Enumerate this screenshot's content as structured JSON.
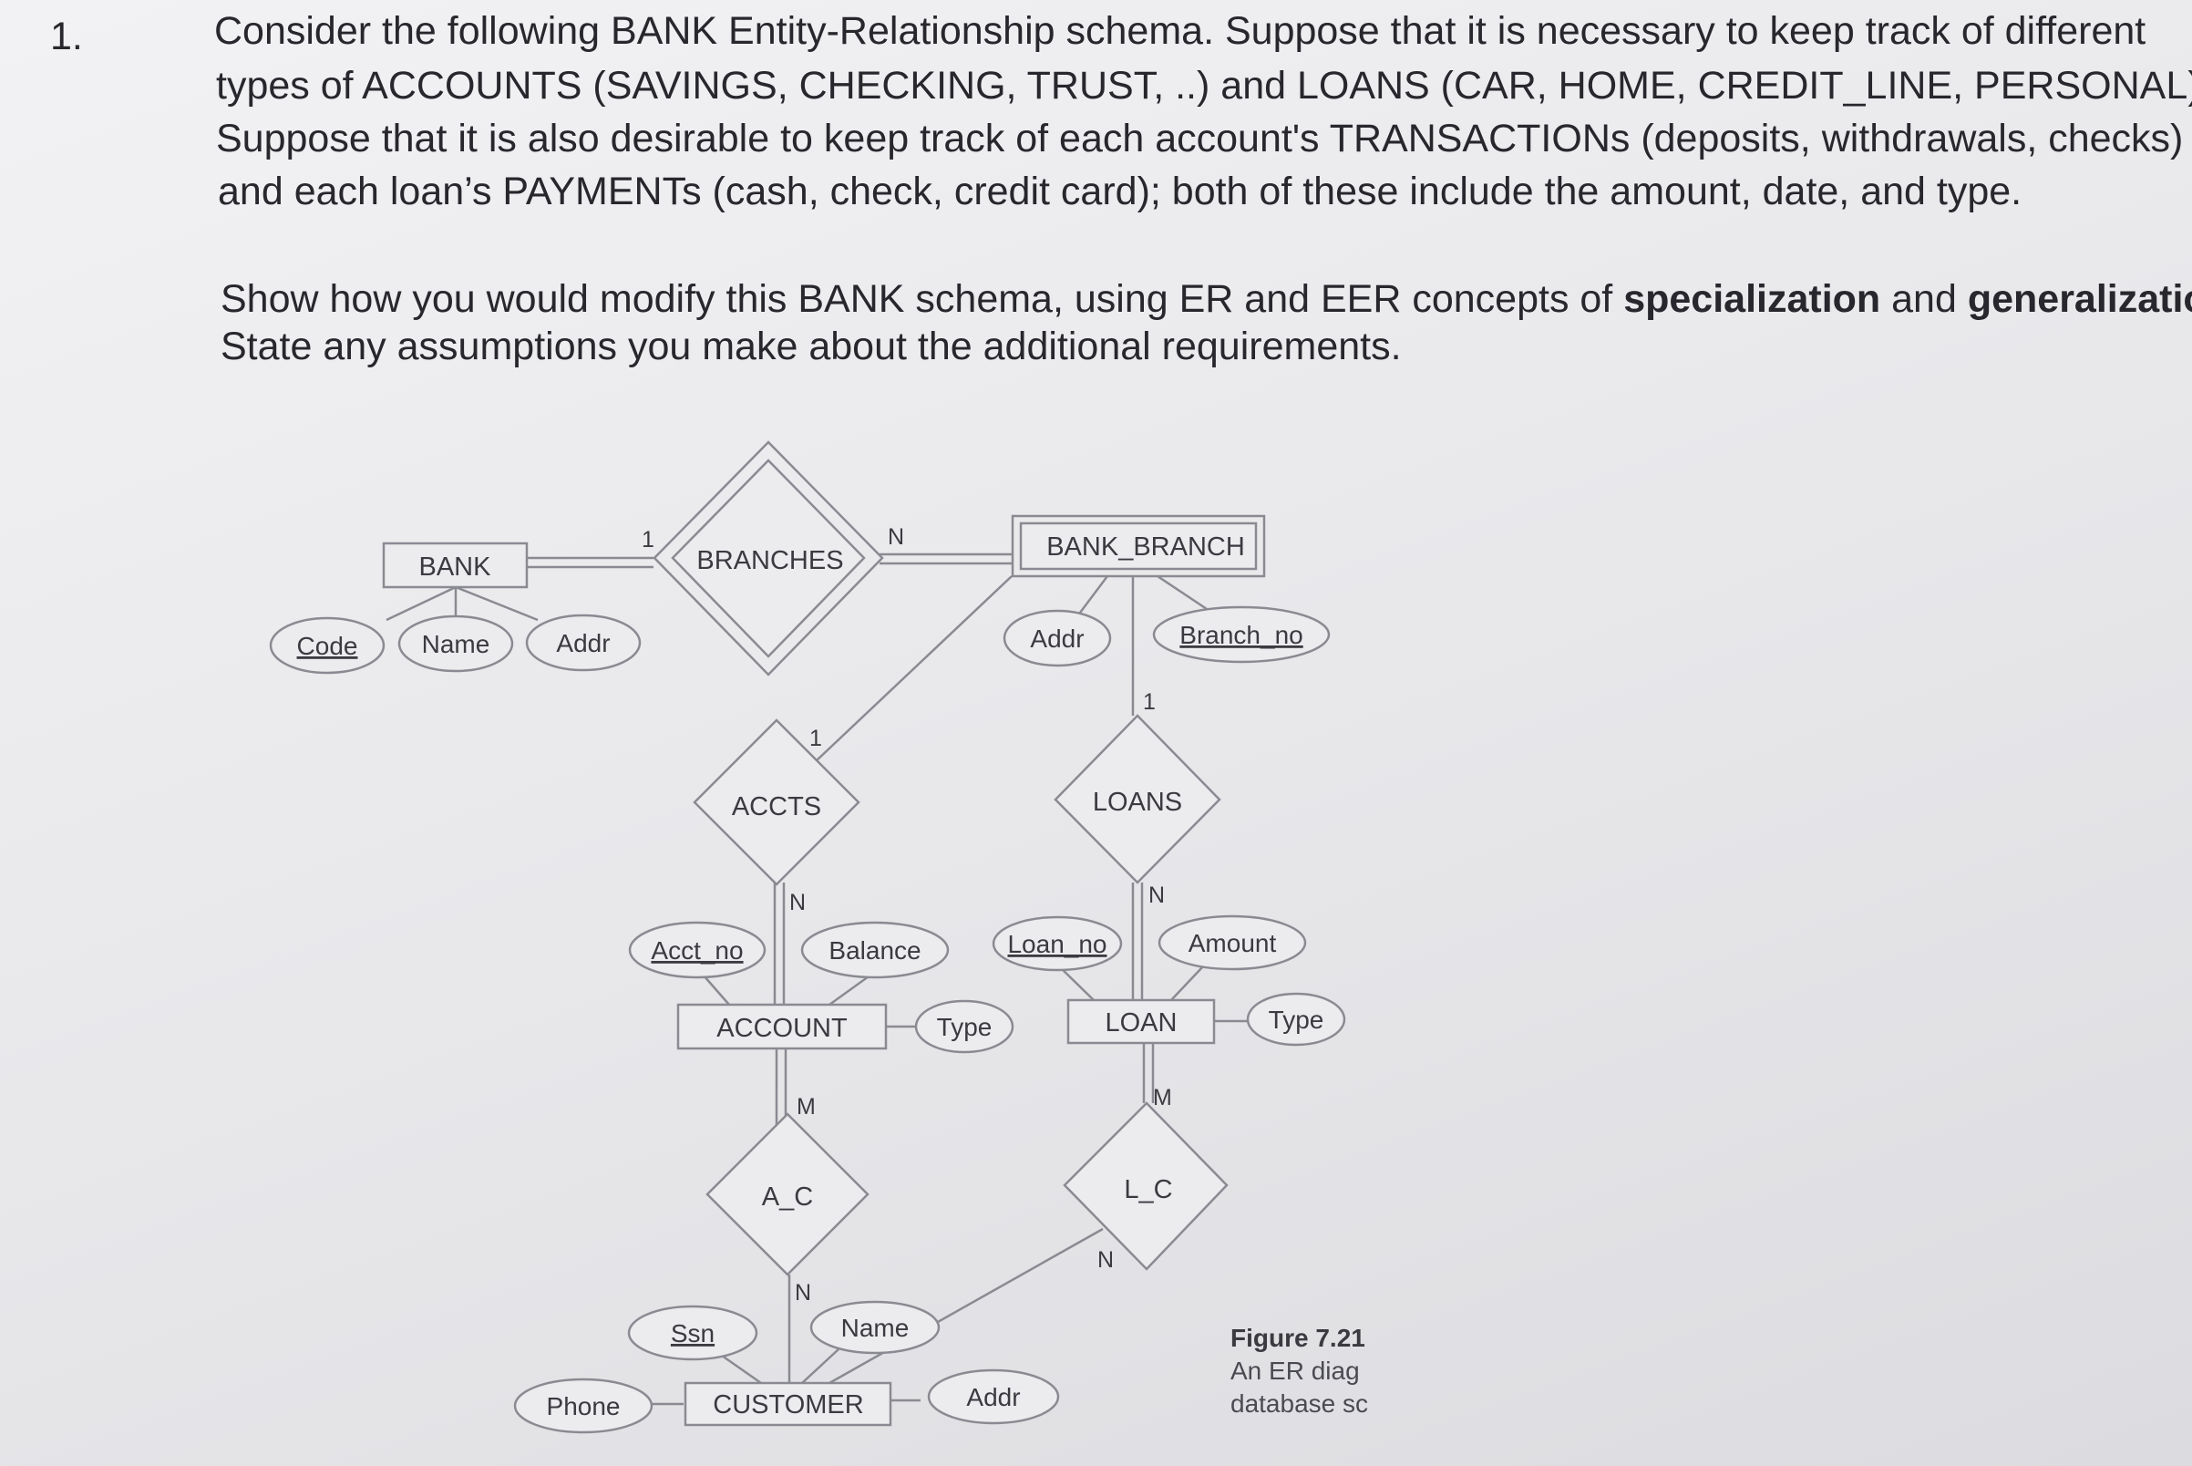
{
  "question": {
    "number": "1.",
    "lines": [
      "Consider the following BANK Entity-Relationship schema. Suppose that it is necessary to keep track of different",
      "types of ACCOUNTS (SAVINGS, CHECKING, TRUST, ..) and LOANS (CAR, HOME, CREDIT_LINE, PERSONAL).",
      "Suppose that it is also desirable to keep track of each account's TRANSACTIONs (deposits, withdrawals, checks)",
      "and each loan’s PAYMENTs (cash, check, credit card); both of these include the amount, date, and type."
    ],
    "line5_start": "Show how you would modify this BANK schema, using ER and EER concepts of ",
    "line5_bold1": "specialization",
    "line5_mid": " and ",
    "line5_bold2": "generalization",
    "line5_end": ".",
    "line6": "State any assumptions you make about the additional requirements."
  },
  "diagram": {
    "entities": {
      "bank": "BANK",
      "bank_branch": "BANK_BRANCH",
      "account": "ACCOUNT",
      "loan": "LOAN",
      "customer": "CUSTOMER"
    },
    "relationships": {
      "branches": "BRANCHES",
      "accts": "ACCTS",
      "loans": "LOANS",
      "a_c": "A_C",
      "l_c": "L_C"
    },
    "attributes": {
      "bank_code": "Code",
      "bank_name": "Name",
      "bank_addr": "Addr",
      "branch_addr": "Addr",
      "branch_no": "Branch_no",
      "acct_no": "Acct_no",
      "balance": "Balance",
      "account_type": "Type",
      "loan_no": "Loan_no",
      "amount": "Amount",
      "loan_type": "Type",
      "ssn": "Ssn",
      "customer_name": "Name",
      "phone": "Phone",
      "customer_addr": "Addr"
    },
    "cardinalities": {
      "bank_branches": "1",
      "branches_branch": "N",
      "accts_branch": "1",
      "accts_account": "N",
      "loans_branch": "1",
      "loans_loan": "N",
      "ac_account": "M",
      "ac_customer": "N",
      "lc_loan": "M",
      "lc_customer": "N"
    }
  },
  "caption": {
    "title": "Figure 7.21",
    "line1": "An ER diag",
    "line2": "database sc"
  }
}
